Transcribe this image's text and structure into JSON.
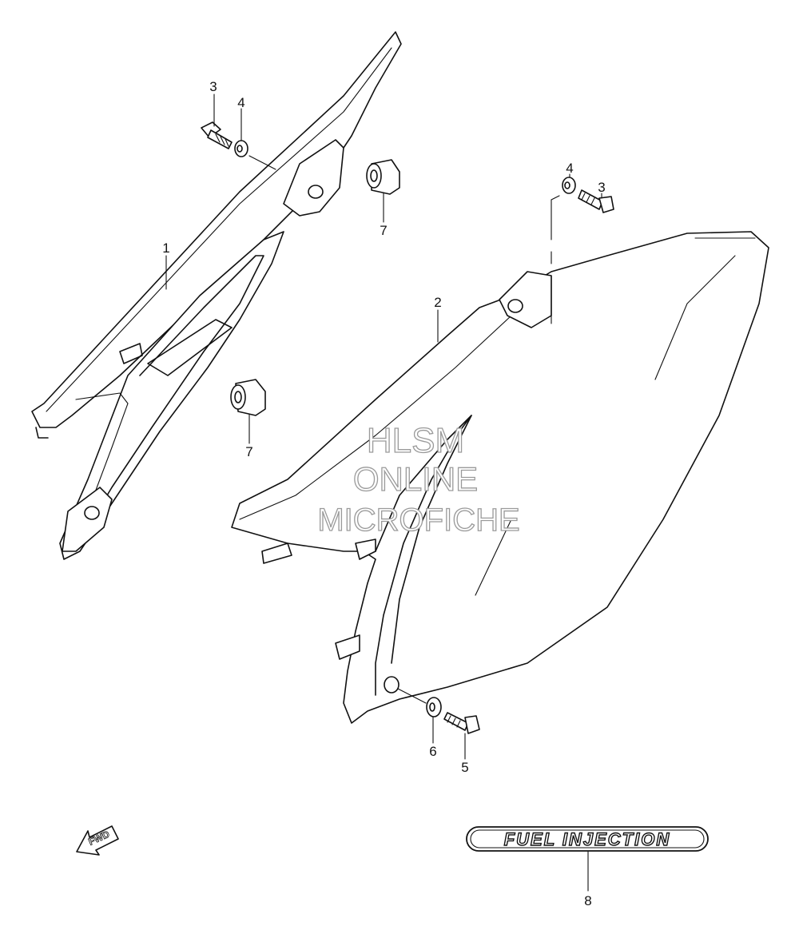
{
  "callouts": [
    {
      "id": "c1",
      "label": "1"
    },
    {
      "id": "c2",
      "label": "2"
    },
    {
      "id": "c3a",
      "label": "3"
    },
    {
      "id": "c3b",
      "label": "3"
    },
    {
      "id": "c4a",
      "label": "4"
    },
    {
      "id": "c4b",
      "label": "4"
    },
    {
      "id": "c5",
      "label": "5"
    },
    {
      "id": "c6",
      "label": "6"
    },
    {
      "id": "c7a",
      "label": "7"
    },
    {
      "id": "c7b",
      "label": "7"
    },
    {
      "id": "c8",
      "label": "8"
    }
  ],
  "watermark": {
    "line1": "HLSM",
    "line2": "ONLINE",
    "line3": "MICROFICHE"
  },
  "badge": {
    "text": "FUEL INJECTION"
  },
  "fwd_arrow": {
    "text": "FWD"
  }
}
